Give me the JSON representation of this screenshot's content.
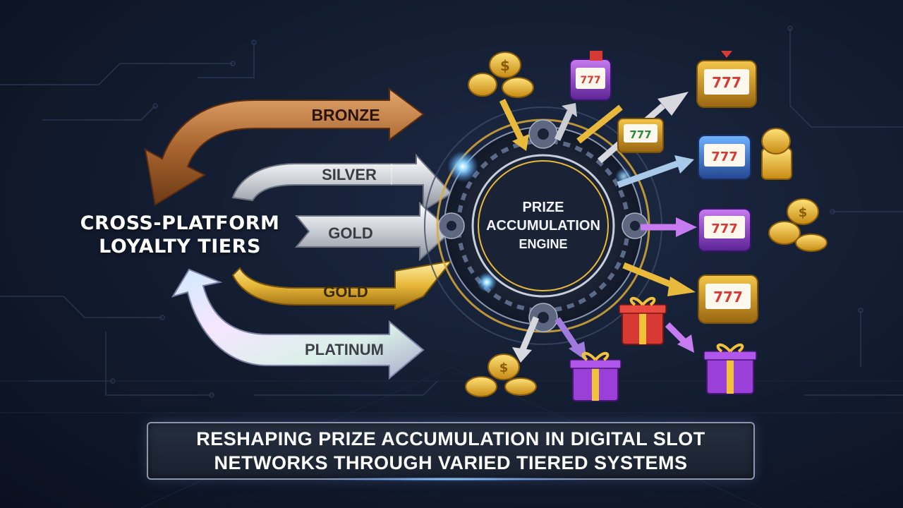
{
  "side_title": {
    "line1": "CROSS-PLATFORM",
    "line2": "LOYALTY TIERS"
  },
  "tiers": [
    {
      "label": "BRONZE",
      "text_color": "#2a1407"
    },
    {
      "label": "SILVER",
      "text_color": "#3a3d44"
    },
    {
      "label": "GOLD",
      "text_color": "#3a3d44"
    },
    {
      "label": "GOLD",
      "text_color": "#3a2a06"
    },
    {
      "label": "PLATINUM",
      "text_color": "#3d3f4a"
    }
  ],
  "engine": {
    "line1": "PRIZE",
    "line2": "ACCUMULATION",
    "line3": "ENGINE"
  },
  "banner": {
    "line1": "RESHAPING PRIZE ACCUMULATION IN DIGITAL SLOT",
    "line2": "NETWORKS THROUGH VARIED TIERED SYSTEMS"
  },
  "slot_glyph": "777",
  "coin_glyph": "$",
  "colors": {
    "bronze": "#b0713d",
    "silver": "#d7d9de",
    "gold": "#e8b93a",
    "platinum": "#e4dcf3",
    "glow": "#6ec8ff",
    "gift_red": "#d63a32",
    "gift_purple": "#9a3fd8"
  },
  "icons": [
    "coin-stack-icon",
    "slot-machine-icon",
    "gift-box-icon",
    "gear-icon"
  ]
}
